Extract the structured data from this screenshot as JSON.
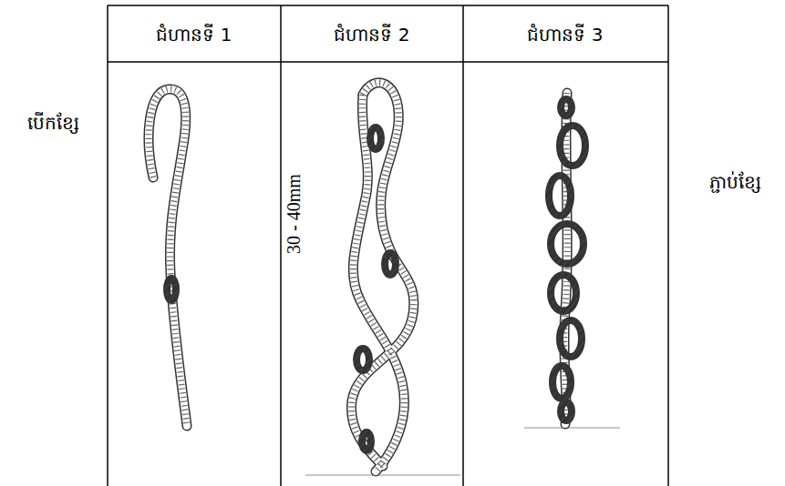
{
  "diagram": {
    "labels": [
      "ជំហានទី 1",
      "ជំហានទី 2",
      "ជំហានទី 3",
      "បើកខ្សែ",
      "ភ្ជាប់ខ្សែ",
      "30 - 40mm"
    ]
  }
}
